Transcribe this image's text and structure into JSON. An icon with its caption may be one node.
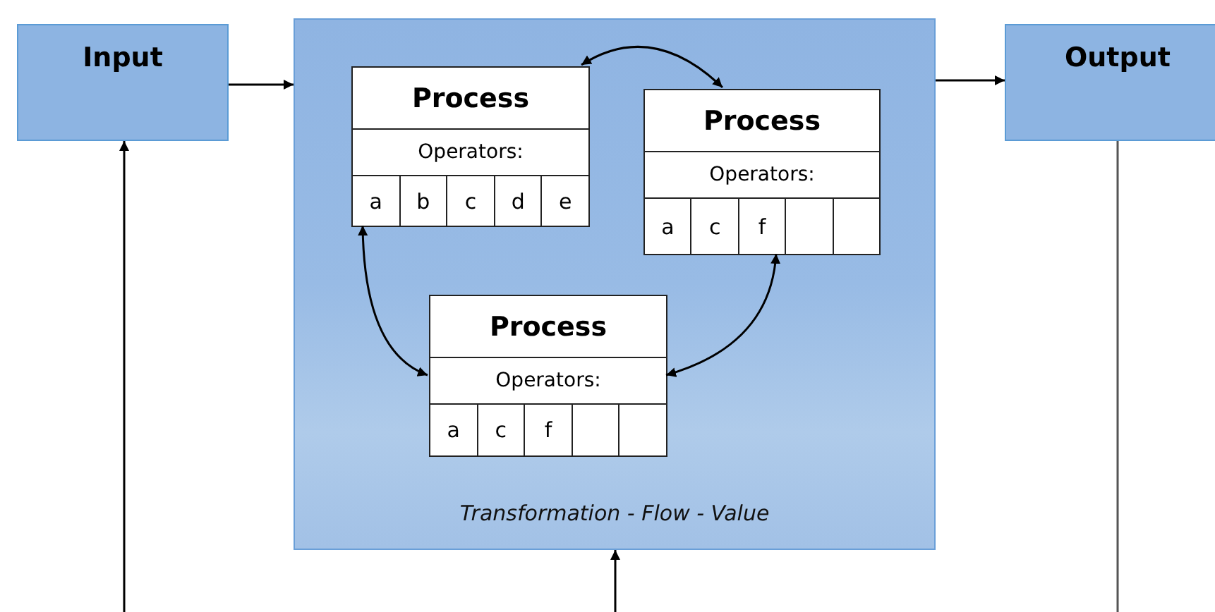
{
  "diagram": {
    "nodes": [
      {
        "text": [
          "Input"
        ]
      },
      {
        "text": [
          "Output"
        ]
      },
      {
        "text": [
          "Transformation - Flow - Value"
        ]
      },
      {
        "text": [
          "Process",
          "Operators:"
        ],
        "in": 2
      },
      {
        "text": [
          "a"
        ],
        "in": 3
      },
      {
        "text": [
          "b"
        ],
        "in": 3
      },
      {
        "text": [
          "c"
        ],
        "in": 3
      },
      {
        "text": [
          "d"
        ],
        "in": 3
      },
      {
        "text": [
          "e"
        ],
        "in": 3
      },
      {
        "text": [
          "Process",
          "Operators:"
        ],
        "in": 2
      },
      {
        "text": [
          "a"
        ],
        "in": 9
      },
      {
        "text": [
          "c"
        ],
        "in": 9
      },
      {
        "text": [
          "f"
        ],
        "in": 9
      },
      {
        "text": [],
        "shape": "box",
        "in": 9
      },
      {
        "text": [],
        "shape": "box",
        "in": 9
      },
      {
        "text": [
          "Process",
          "Operators:"
        ],
        "in": 2
      },
      {
        "text": [
          "a"
        ],
        "in": 15
      },
      {
        "text": [
          "c"
        ],
        "in": 15
      },
      {
        "text": [
          "f"
        ],
        "in": 15
      },
      {
        "text": [],
        "shape": "box",
        "in": 15
      },
      {
        "text": [],
        "shape": "box",
        "in": 15
      }
    ],
    "edges": [
      {
        "from": 0,
        "to": 2,
        "arrow": "to"
      },
      {
        "from": 2,
        "to": 1,
        "arrow": "to"
      },
      {
        "from": null,
        "to": 0,
        "arrow": "to"
      },
      {
        "from": null,
        "to": 2,
        "arrow": "to"
      },
      {
        "from": 1,
        "to": null,
        "arrow": "none"
      },
      {
        "from": 3,
        "to": 9,
        "arrow": "both"
      },
      {
        "from": 3,
        "to": 15,
        "arrow": "both"
      },
      {
        "from": 9,
        "to": 15,
        "arrow": "both"
      }
    ]
  }
}
